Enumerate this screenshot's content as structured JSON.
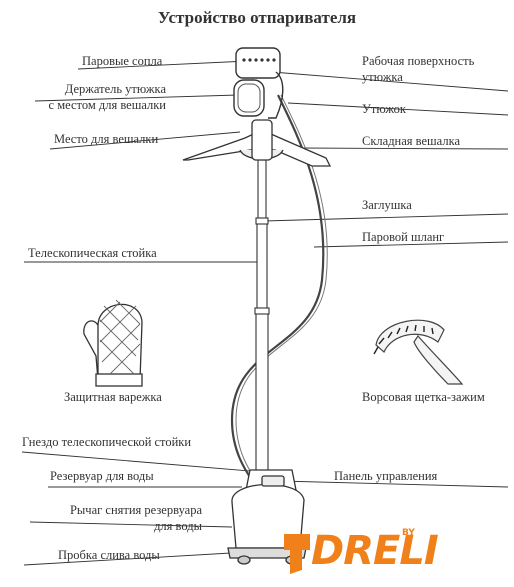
{
  "title": "Устройство отпаривателя",
  "labels": {
    "steam_nozzles": "Паровые сопла",
    "iron_holder_1": "Держатель утюжка",
    "iron_holder_2": "с местом для вешалки",
    "hanger_place": "Место для вешалки",
    "iron_surface_1": "Рабочая поверхность",
    "iron_surface_2": "утюжка",
    "iron": "Утюжок",
    "folding_hanger": "Складная вешалка",
    "plug": "Заглушка",
    "steam_hose": "Паровой шланг",
    "telescopic_pole": "Телескопическая стойка",
    "mitten": "Защитная варежка",
    "brush_clip": "Ворсовая щетка-зажим",
    "pole_socket": "Гнездо телескопической стойки",
    "water_tank": "Резервуар для воды",
    "control_panel": "Панель управления",
    "tank_lever_1": "Рычаг снятия резервуара",
    "tank_lever_2": "для воды",
    "drain_plug": "Пробка слива воды"
  },
  "logo": {
    "text": "DRELI",
    "suffix": "BY",
    "color": "#f08019"
  }
}
